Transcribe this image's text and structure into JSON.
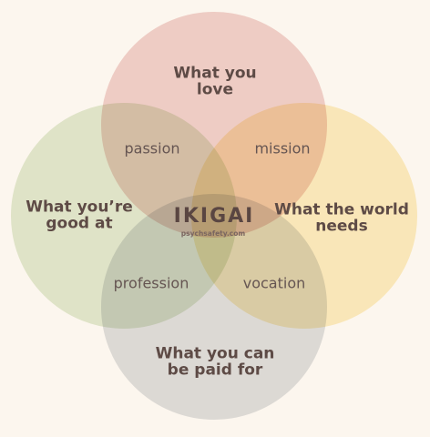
{
  "circles": {
    "love": {
      "label": "What you love",
      "color": "#f1d4d2"
    },
    "good": {
      "label": "What you’re good at",
      "color": "#e2ecd6"
    },
    "world": {
      "label": "What the world needs",
      "color": "#fcefc5"
    },
    "paid": {
      "label": "What you can be paid for",
      "color": "#dfe1e4"
    }
  },
  "lines": {
    "love": [
      "What you",
      "love"
    ],
    "good": [
      "What you’re",
      "good at"
    ],
    "world": [
      "What the world",
      "needs"
    ],
    "paid": [
      "What you can",
      "be paid for"
    ]
  },
  "overlaps": {
    "passion": "passion",
    "mission": "mission",
    "profession": "profession",
    "vocation": "vocation"
  },
  "center": {
    "title": "IKIGAI",
    "credit": "psychsafety.com"
  },
  "stroke_color": "#ffffff",
  "background_color": "#fcf6ee"
}
